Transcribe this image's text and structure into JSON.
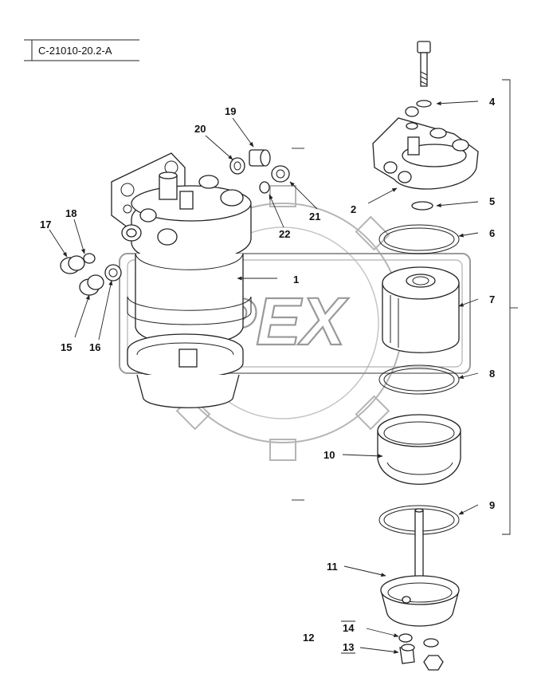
{
  "diagram": {
    "code": "C-21010-20.2-A",
    "watermark": "OPEX",
    "labels": {
      "p1": "1",
      "p2": "2",
      "p4": "4",
      "p5": "5",
      "p6": "6",
      "p7": "7",
      "p8": "8",
      "p9": "9",
      "p10": "10",
      "p11": "11",
      "p12": "12",
      "p13": "13",
      "p14": "14",
      "p15": "15",
      "p16": "16",
      "p17": "17",
      "p18": "18",
      "p19": "19",
      "p20": "20",
      "p21": "21",
      "p22": "22"
    }
  }
}
